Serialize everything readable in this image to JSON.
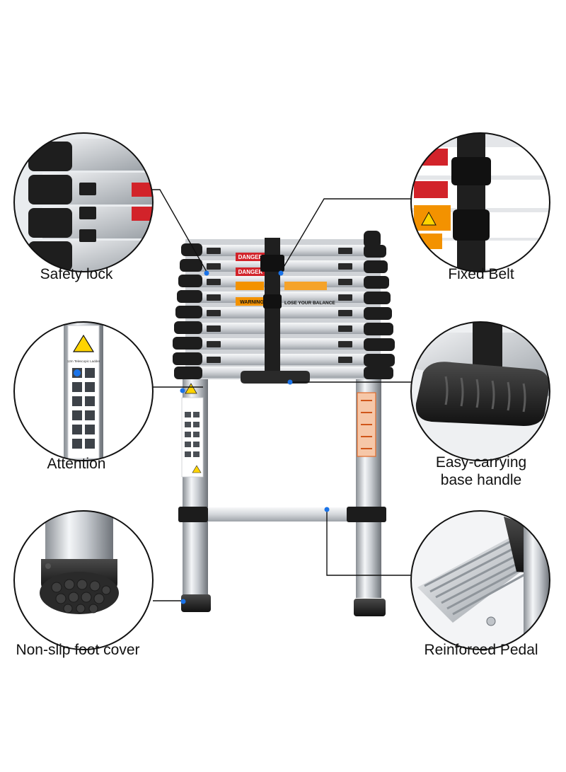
{
  "features": {
    "safety_lock": {
      "lines": [
        "Safety lock"
      ]
    },
    "fixed_belt": {
      "lines": [
        "Fixed Belt"
      ]
    },
    "attention": {
      "lines": [
        "Attention"
      ]
    },
    "carry_handle": {
      "lines": [
        "Easy-carrying",
        "base handle"
      ]
    },
    "foot_cover": {
      "lines": [
        "Non-slip foot cover"
      ]
    },
    "pedal": {
      "lines": [
        "Reinforced Pedal"
      ]
    }
  },
  "ladder_signs": {
    "danger": "DANGER",
    "warning": "WARNING",
    "balance": "LOSE YOUR BALANCE",
    "ladder_name": "12m Telescopic Ladder"
  },
  "colors": {
    "accent": "#1a73e8",
    "danger_red": "#d2232a",
    "warning_orange": "#f39200",
    "rubber_black": "#1c1c1c",
    "aluminium": "#d9dcdf"
  }
}
